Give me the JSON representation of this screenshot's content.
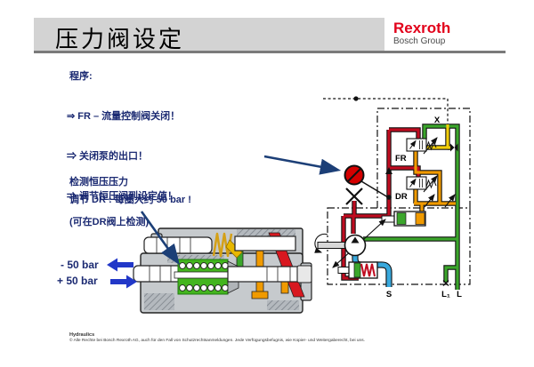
{
  "header": {
    "title": "压力阀设定",
    "logo": {
      "brand": "Rexroth",
      "group": "Bosch Group"
    }
  },
  "procedure": {
    "label": "程序:",
    "steps": [
      "⇒ FR – 流量控制阀关闭！",
      "⇒ 关闭泵的出口！",
      "⇒ 调节恒压阀到设定值！"
    ]
  },
  "inspection": {
    "line1": "检测恒压压力",
    "line2": "(可在DR阀上检测)"
  },
  "adjustment": {
    "text": "调节 DR : 每圈大约 50 bar !"
  },
  "pressure_labels": {
    "minus": "- 50 bar",
    "plus": "+ 50 bar"
  },
  "circuit": {
    "labels": {
      "x": "X",
      "fr": "FR",
      "dr": "DR",
      "s": "S",
      "l1": "L₁",
      "l": "L"
    }
  },
  "footer": {
    "section": "Hydraulics",
    "copyright": "© Alle Rechte bei Bosch Rexroth AG, auch für den Fall von Schutzrechtsanmeldungen. Jede Verfügungsbefugnis, wie Kopier- und Weitergaberecht, bei uns."
  },
  "colors": {
    "logo_red": "#e2001a",
    "text_navy": "#1b2a72",
    "pipe_red": "#c00c20",
    "pipe_green": "#3ba62b",
    "pipe_yellow": "#f2ce0a",
    "pipe_orange": "#f09a00",
    "pipe_blue": "#38a8dc",
    "annotation_navy": "#1c3f77",
    "arrow_blue": "#2238c8",
    "header_gray": "#d3d3d3"
  }
}
